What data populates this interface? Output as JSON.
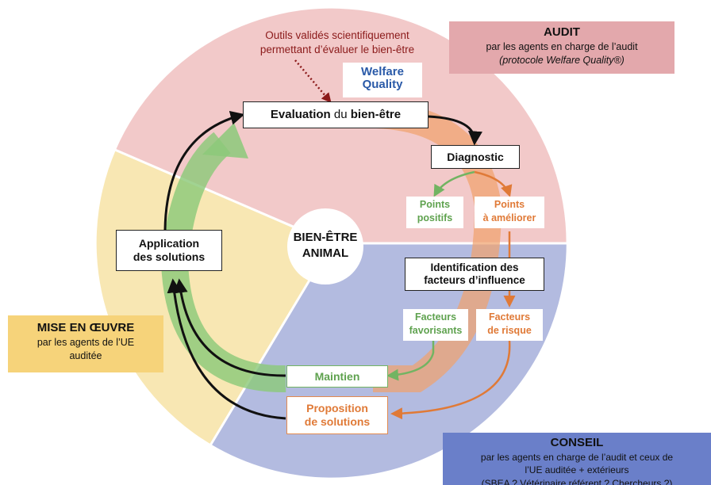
{
  "colors": {
    "audit_sector": "#f2c9c9",
    "conseil_sector": "#b3bbe0",
    "mise_sector": "#f8e7b3",
    "green": "#72b462",
    "orange": "#e07a37",
    "audit_panel": "#e3a8ac",
    "mise_panel": "#f6d37a",
    "conseil_panel": "#6a7fc9"
  },
  "center": {
    "line1": "BIEN-ÊTRE",
    "line2": "ANIMAL"
  },
  "tools_note": {
    "line1": "Outils validés scientifiquement",
    "line2": "permettant d’évaluer le bien-être"
  },
  "logo": {
    "line1": "Welfare",
    "line2": "Quality"
  },
  "boxes": {
    "evaluation": {
      "part1": "Evaluation",
      "part2": " du ",
      "part3": "bien-être"
    },
    "diagnostic": "Diagnostic",
    "application": {
      "line1": "Application",
      "line2": "des solutions"
    },
    "identification": {
      "line1": "Identification des",
      "line2": "facteurs d’influence"
    },
    "maintien": "Maintien",
    "proposition": {
      "line1": "Proposition",
      "line2": "de solutions"
    }
  },
  "labels": {
    "points_positifs": {
      "line1": "Points",
      "line2": "positifs"
    },
    "points_ameliorer": {
      "line1": "Points",
      "line2": "à améliorer"
    },
    "facteurs_favorisants": {
      "line1": "Facteurs",
      "line2": "favorisants"
    },
    "facteurs_risque": {
      "line1": "Facteurs",
      "line2": "de risque"
    }
  },
  "panels": {
    "audit": {
      "title": "AUDIT",
      "line1": "par les agents en charge de l’audit",
      "line2": "(protocole Welfare Quality®)"
    },
    "mise": {
      "title": "MISE EN ŒUVRE",
      "line1": "par les agents de l’UE",
      "line2": "auditée"
    },
    "conseil": {
      "title": "CONSEIL",
      "line1": "par les agents en charge de l’audit et ceux de",
      "line2": "l’UE auditée + extérieurs",
      "line3": "(SBEA ? Vétérinaire référent ? Chercheurs ?)"
    }
  }
}
